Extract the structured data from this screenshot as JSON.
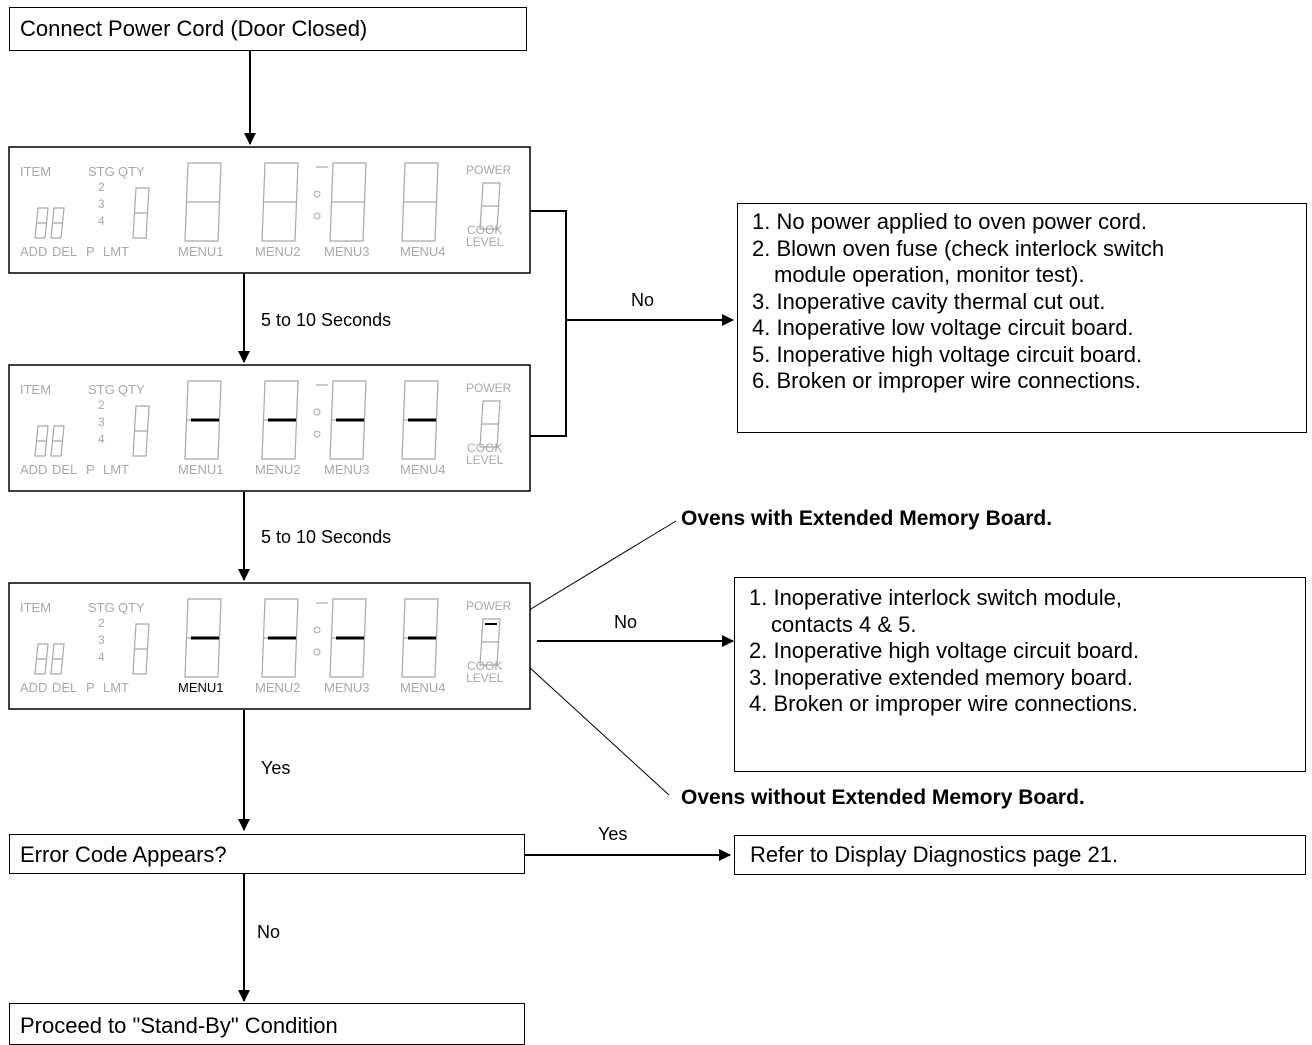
{
  "steps": {
    "connect": "Connect Power Cord (Door Closed)",
    "error_question": "Error Code Appears?",
    "proceed": "Proceed to \"Stand-By\" Condition",
    "refer": "Refer to Display Diagnostics page 21."
  },
  "labels": {
    "delay1": "5 to 10 Seconds",
    "delay2": "5 to 10 Seconds",
    "no_first": "No",
    "no_second": "No",
    "yes_display": "Yes",
    "yes_error": "Yes",
    "no_error": "No"
  },
  "notes": {
    "with_memory": "Ovens with Extended Memory Board.",
    "without_memory": "Ovens without Extended Memory Board."
  },
  "causes_first": [
    {
      "line1": "1. No power applied to oven power cord."
    },
    {
      "line1": "2. Blown oven fuse (check interlock switch",
      "line2": "module operation, monitor test)."
    },
    {
      "line1": "3. Inoperative cavity thermal cut out."
    },
    {
      "line1": "4. Inoperative low voltage circuit board."
    },
    {
      "line1": "5. Inoperative high voltage circuit board."
    },
    {
      "line1": "6. Broken or improper wire connections."
    }
  ],
  "causes_second": [
    {
      "line1": "1. Inoperative interlock switch module,",
      "line2": "contacts 4 & 5."
    },
    {
      "line1": "2. Inoperative high voltage circuit board."
    },
    {
      "line1": "3. Inoperative extended memory board."
    },
    {
      "line1": "4. Broken or improper wire connections."
    }
  ],
  "display_panel": {
    "item": "ITEM",
    "stg": "STG",
    "qty": "QTY",
    "stage_2": "2",
    "stage_3": "3",
    "stage_4": "4",
    "power": "POWER",
    "cook": "COOK",
    "level": "LEVEL",
    "add": "ADD",
    "del": "DEL",
    "p": "P",
    "lmt": "LMT",
    "menu1": "MENU1",
    "menu2": "MENU2",
    "menu3": "MENU3",
    "menu4": "MENU4"
  },
  "panels": [
    {
      "dashes": false,
      "menu1_active": false
    },
    {
      "dashes": true,
      "menu1_active": false
    },
    {
      "dashes": true,
      "menu1_active": true
    }
  ],
  "colors": {
    "ghost": "#a8a8a8",
    "active": "#000000"
  }
}
